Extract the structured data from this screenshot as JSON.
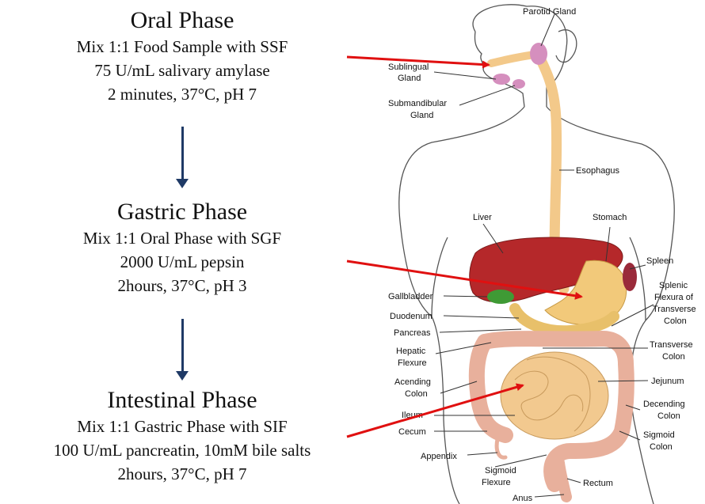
{
  "phases": {
    "oral": {
      "title": "Oral Phase",
      "lines": [
        "Mix 1:1 Food Sample with SSF",
        "75 U/mL salivary amylase",
        "2 minutes, 37°C, pH 7"
      ]
    },
    "gastric": {
      "title": "Gastric Phase",
      "lines": [
        "Mix 1:1 Oral Phase with SGF",
        "2000 U/mL pepsin",
        "2hours, 37°C, pH 3"
      ]
    },
    "intestinal": {
      "title": "Intestinal Phase",
      "lines": [
        "Mix 1:1 Gastric Phase with SIF",
        "100 U/mL pancreatin, 10mM bile salts",
        "2hours, 37°C, pH 7"
      ]
    }
  },
  "anatomy_labels": {
    "parotid": "Parotid Gland",
    "sublingual": [
      "Sublingual",
      "Gland"
    ],
    "submandibular": [
      "Submandibular",
      "Gland"
    ],
    "esophagus": "Esophagus",
    "liver": "Liver",
    "stomach": "Stomach",
    "spleen": "Spleen",
    "splenic": [
      "Splenic",
      "Flexura of",
      "Transverse",
      "Colon"
    ],
    "gallbladder": "Gallbladder",
    "duodenum": "Duodenum",
    "pancreas": "Pancreas",
    "hepatic": [
      "Hepatic",
      "Flexure"
    ],
    "transverse": [
      "Transverse",
      "Colon"
    ],
    "acending": [
      "Acending",
      "Colon"
    ],
    "jejunum": "Jejunum",
    "ileum": "Ileum",
    "cecum": "Cecum",
    "decending": [
      "Decending",
      "Colon"
    ],
    "appendix": "Appendix",
    "sigmoid_colon": [
      "Sigmoid",
      "Colon"
    ],
    "sigmoid_flexure": [
      "Sigmoid",
      "Flexure"
    ],
    "rectum": "Rectum",
    "anus": "Anus"
  },
  "colors": {
    "pointer_arrow": "#e01010",
    "flow_arrow": "#1f3a66",
    "liver": "#b5282a",
    "stomach": "#f2c97a",
    "intestine": "#e8b09c",
    "esophagus": "#f3c98a",
    "gland": "#d58fbe",
    "gallbladder": "#3f9a35"
  }
}
